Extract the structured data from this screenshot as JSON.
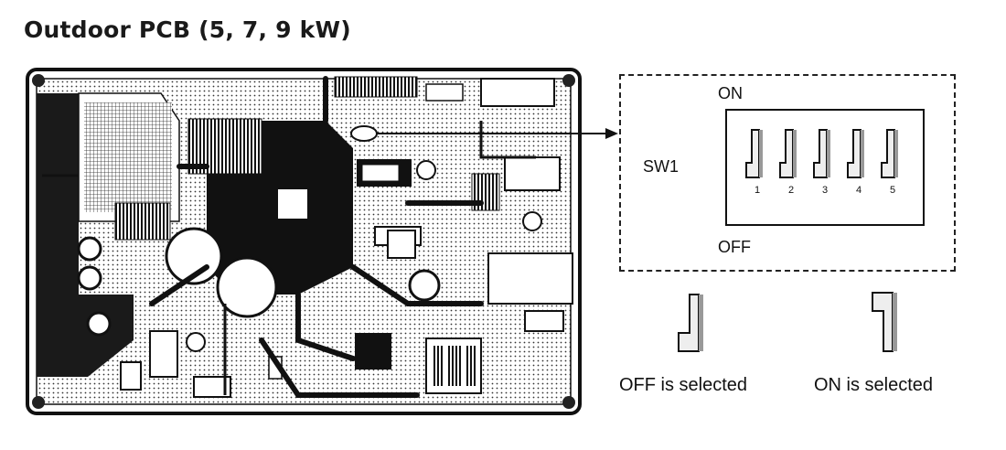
{
  "title": "Outdoor PCB (5, 7, 9 kW)",
  "switch_panel": {
    "on_label": "ON",
    "off_label": "OFF",
    "switch_label": "SW1",
    "switch_numbers": [
      "1",
      "2",
      "3",
      "4",
      "5"
    ]
  },
  "legend": {
    "off_selected": "OFF is selected",
    "on_selected": "ON is selected"
  }
}
